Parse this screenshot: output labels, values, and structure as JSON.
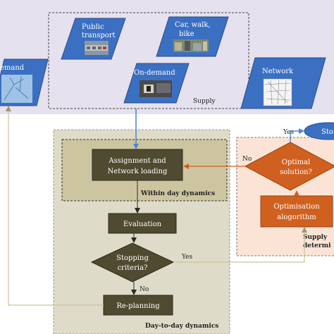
{
  "top_panel": {
    "demand_label": "emand",
    "public_transport_line1": "Public",
    "public_transport_line2": "transport",
    "car_walk_bike_line1": "Car,  walk,",
    "car_walk_bike_line2": "bike",
    "on_demand_label": "On-demand",
    "network_label": "Network",
    "supply_label": "Supply"
  },
  "day_to_day": {
    "panel_label": "Day-to-day dynamics",
    "within_day_label": "Within day dynamics",
    "assignment_line1": "Assignment and",
    "assignment_line2": "Network loading",
    "evaluation": "Evaluation",
    "stopping_line1": "Stopping",
    "stopping_line2": "criteria?",
    "replanning": "Re-planning",
    "yes_label": "Yes",
    "no_label": "No"
  },
  "supply_panel": {
    "optimal_line1": "Optimal",
    "optimal_line2": "solution?",
    "optimisation_line1": "Optimisation",
    "optimisation_line2": "alogorithm",
    "supply_label_line1": "Supply",
    "supply_label_line2": "determi",
    "yes_label": "Yes",
    "no_label": "No",
    "stop_label": "Sto"
  },
  "colors": {
    "top_band": "#e6e1ee",
    "parallelogram": "#3b6fc2",
    "day_panel": "#dedbc8",
    "within_panel": "#cdc5a0",
    "dark_box": "#4f4a30",
    "supply_panel": "#fbe4d6",
    "orange": "#d0601f",
    "stop_oval": "#3b6fc2",
    "link_tan": "#cbc39a",
    "arrow_blue": "#4b86d0"
  }
}
